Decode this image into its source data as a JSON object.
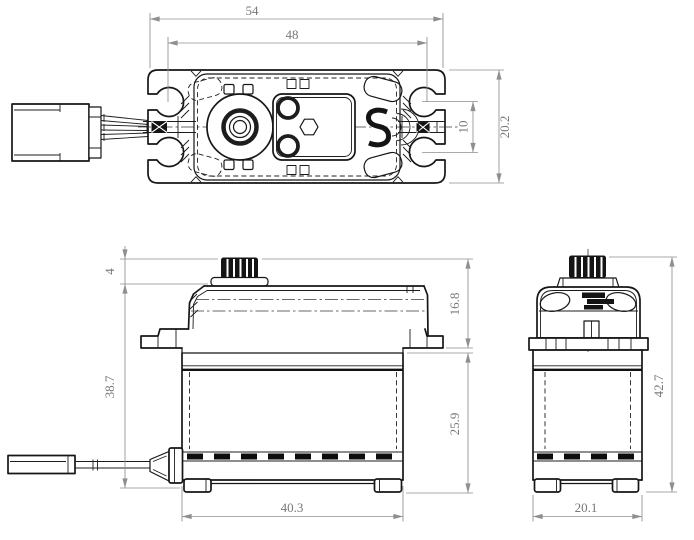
{
  "drawing": {
    "kind": "technical-dimension-drawing",
    "subject": "rc-servo-three-view",
    "logo_mark": "S",
    "colors": {
      "line": "#161616",
      "dimension": "#8f8f8f",
      "dim_text": "#787878",
      "background": "#ffffff"
    },
    "dims": {
      "top_width_outer": "54",
      "top_width_mount": "48",
      "top_depth": "20.2",
      "top_slot_spacing": "10",
      "front_spline_height": "4",
      "front_body_below_spline": "38.7",
      "front_upper_section": "16.8",
      "front_lower_section": "25.9",
      "front_width": "40.3",
      "side_total_height": "42.7",
      "side_depth": "20.1"
    }
  }
}
